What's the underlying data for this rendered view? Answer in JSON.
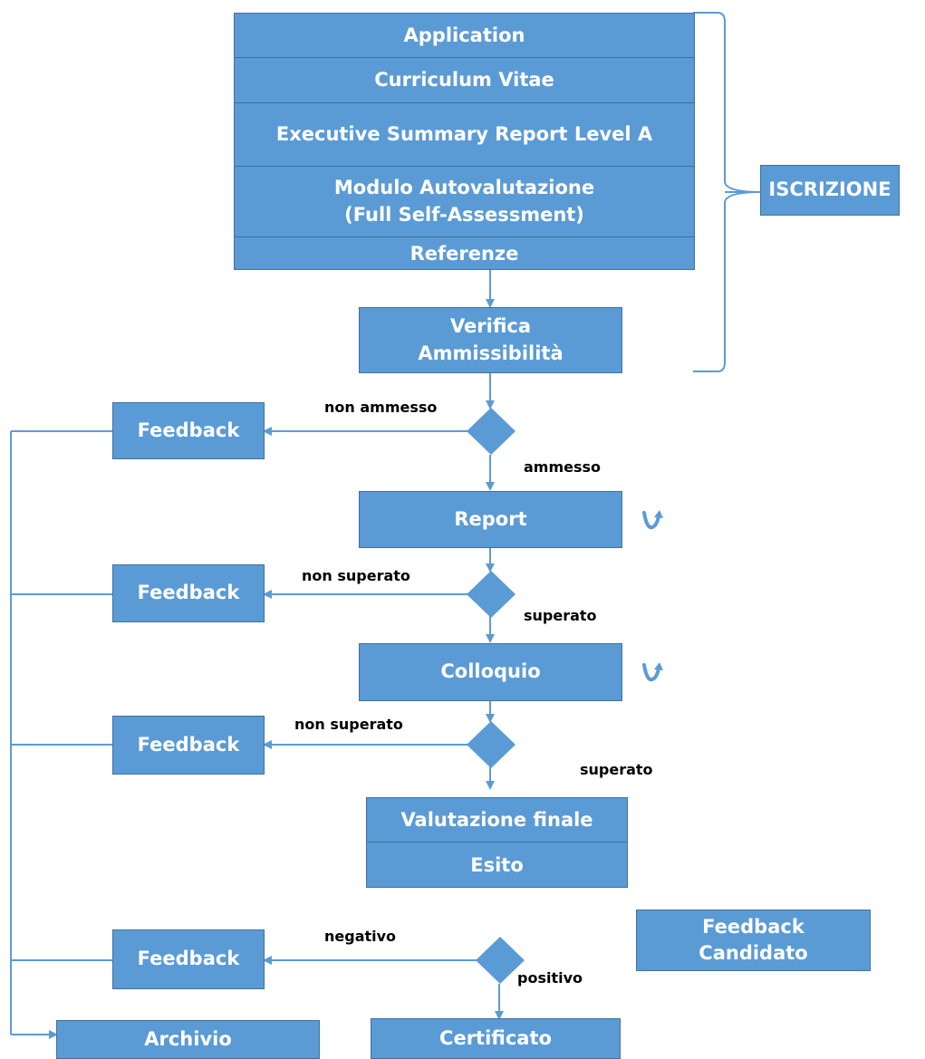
{
  "iscrizione": {
    "rows": [
      "Application",
      "Curriculum Vitae",
      "Executive Summary Report Level A",
      "Modulo Autovalutazione",
      "(Full Self-Assessment)",
      "Referenze"
    ],
    "group_label": "ISCRIZIONE"
  },
  "verifica": {
    "line1": "Verifica",
    "line2": "Ammissibilità"
  },
  "decisions": {
    "d1": {
      "no": "non ammesso",
      "yes": "ammesso"
    },
    "d2": {
      "no": "non superato",
      "yes": "superato"
    },
    "d3": {
      "no": "non superato",
      "yes": "superato"
    },
    "d4": {
      "no": "negativo",
      "yes": "positivo"
    }
  },
  "steps": {
    "report": "Report",
    "colloquio": "Colloquio",
    "valutazione": "Valutazione finale",
    "esito": "Esito",
    "certificato": "Certificato",
    "archivio": "Archivio"
  },
  "feedback": {
    "f1": "Feedback",
    "f2": "Feedback",
    "f3": "Feedback",
    "f4": "Feedback",
    "candidato_line1": "Feedback",
    "candidato_line2": "Candidato"
  },
  "colors": {
    "box_fill": "#5B9BD5",
    "box_border": "#41719C",
    "connector": "#5B9BD5",
    "text_on_box": "#FFFFFF",
    "label_text": "#000000"
  }
}
